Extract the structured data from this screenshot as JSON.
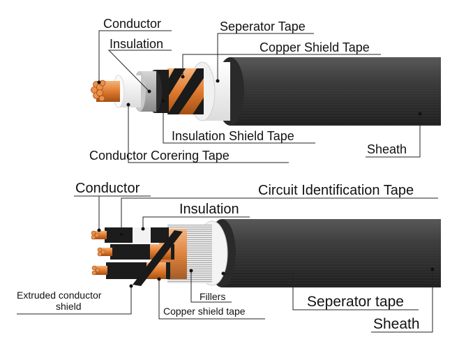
{
  "top_cable": {
    "labels": {
      "conductor": "Conductor",
      "insulation": "Insulation",
      "separator_tape": "Seperator Tape",
      "copper_shield_tape": "Copper Shield Tape",
      "insulation_shield_tape": "Insulation Shield Tape",
      "conductor_corering_tape": "Conductor Corering Tape",
      "sheath": "Sheath"
    }
  },
  "bottom_cable": {
    "labels": {
      "conductor": "Conductor",
      "circuit_identification_tape": "Circuit Identification Tape",
      "insulation": "Insulation",
      "extruded_conductor_shield_line1": "Extruded conductor",
      "extruded_conductor_shield_line2": "shield",
      "fillers": "Fillers",
      "copper_shield_tape": "Copper shield tape",
      "separator_tape": "Seperator tape",
      "sheath": "Sheath"
    }
  },
  "colors": {
    "sheath": "#3a3a3a",
    "copper": "#e07a2e",
    "insulation": "#b8b8b8",
    "tape_white": "#f4f4f4",
    "leader": "#222222"
  }
}
